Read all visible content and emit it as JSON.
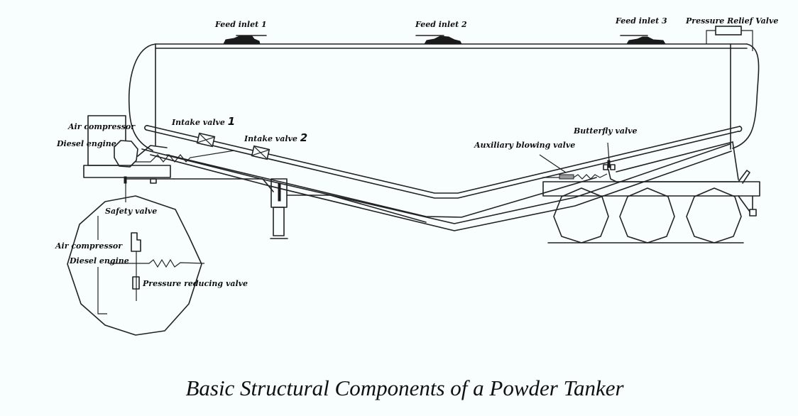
{
  "title": "Basic Structural Components of a Powder Tanker",
  "labels": {
    "feed_inlet_1": "Feed inlet 1",
    "feed_inlet_2": "Feed inlet 2",
    "feed_inlet_3": "Feed inlet 3",
    "pressure_relief_valve": "Pressure Relief Valve",
    "air_compressor": "Air compressor",
    "diesel_engine": "Diesel engine",
    "intake_valve_1": "Intake valve",
    "intake_valve_1_num": "1",
    "intake_valve_2": "Intake valve",
    "intake_valve_2_num": "2",
    "auxiliary_blowing_valve": "Auxiliary blowing valve",
    "butterfly_valve": "Butterfly valve"
  },
  "detail_inset": {
    "safety_valve": "Safety valve",
    "air_compressor": "Air compressor",
    "diesel_engine": "Diesel engine",
    "pressure_reducing_valve": "Pressure reducing valve"
  },
  "colors": {
    "background": "#f8fdfe",
    "line": "#222222"
  }
}
